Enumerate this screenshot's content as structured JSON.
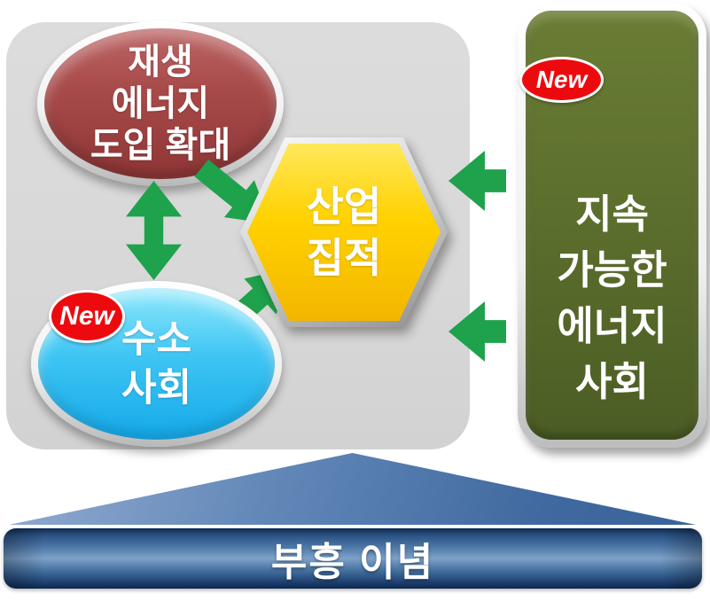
{
  "diagram": {
    "nodes": {
      "renewable": {
        "label": "재생\n에너지\n도입 확대",
        "fill": "#a84a4a",
        "shape": "ellipse"
      },
      "hydrogen": {
        "label": "수소\n사회",
        "badge": "New",
        "fill": "#2ebcf2",
        "shape": "ellipse"
      },
      "industry": {
        "label": "산업\n집적",
        "fill": "#ffd200",
        "shape": "hexagon"
      },
      "sustainable": {
        "label": "지속\n가능한\n에너지\n사회",
        "badge": "New",
        "fill": "#596c2c",
        "shape": "rounded-rectangle"
      }
    },
    "connections": [
      {
        "from": "renewable",
        "to": "hydrogen",
        "style": "double-headed"
      },
      {
        "from": "renewable",
        "to": "industry",
        "style": "single"
      },
      {
        "from": "hydrogen",
        "to": "industry",
        "style": "single"
      },
      {
        "from": "sustainable",
        "to": "industry",
        "style": "single"
      },
      {
        "from": "sustainable",
        "to": "industry",
        "style": "single"
      }
    ],
    "foundation": {
      "label": "부흥 이념",
      "fill": "#3a67a0"
    },
    "colors": {
      "panel": "#d8d8d8",
      "arrow": "#1fa24c",
      "badge": "#ed0a0e",
      "hexagon": "#ffd200",
      "bar_blue": "#3a67a0"
    }
  }
}
